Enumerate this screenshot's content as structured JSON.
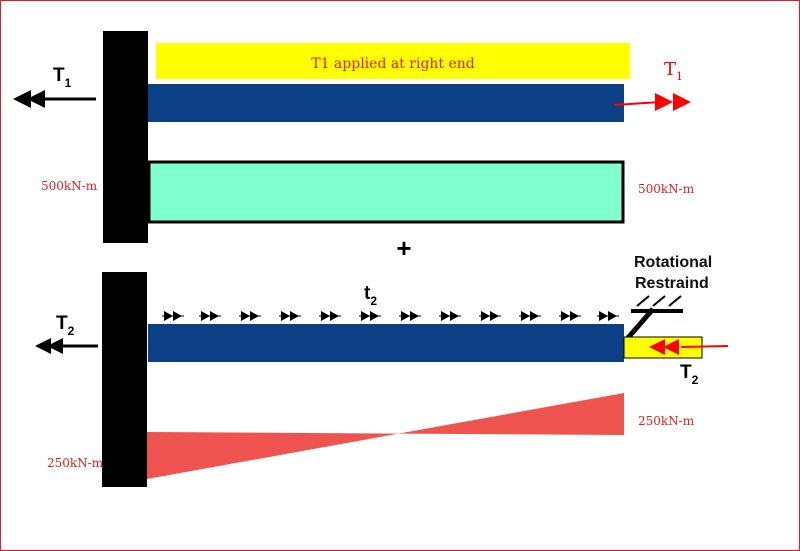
{
  "colors": {
    "wall": "#000000",
    "shaft": "#0b3f86",
    "label_box": "#ffff00",
    "torque_diagram_1": "#80ffd0",
    "torque_diagram_2": "#ef5350",
    "torque_red": "#ff0000"
  },
  "top": {
    "banner_text": "T1 applied at right end",
    "left_torque": {
      "symbol": "T",
      "subscript": "1"
    },
    "right_torque": {
      "symbol": "T",
      "subscript": "1"
    },
    "left_moment": "500kN-m",
    "right_moment": "500kN-m"
  },
  "plus_sign": "+",
  "bottom": {
    "distributed_torque": {
      "symbol": "t",
      "subscript": "2"
    },
    "left_torque": {
      "symbol": "T",
      "subscript": "2"
    },
    "right_torque": {
      "symbol": "T",
      "subscript": "2"
    },
    "restraint_label_line1": "Rotational",
    "restraint_label_line2": "Restraind",
    "left_moment": "250kN-m",
    "right_moment": "250kN-m"
  }
}
